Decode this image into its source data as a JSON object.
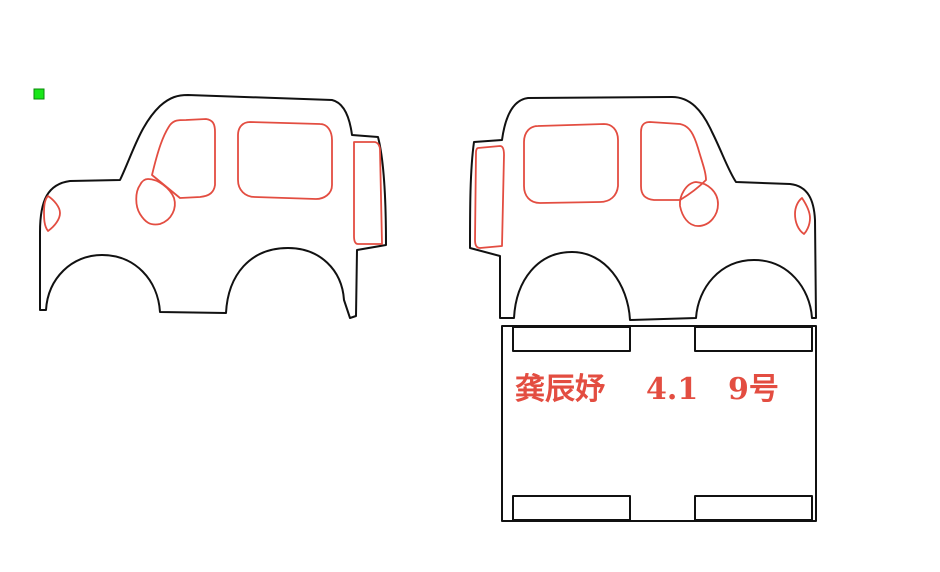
{
  "colors": {
    "background": "#ffffff",
    "outline": "#111111",
    "accent": "#e34d41",
    "marker": "#19e619"
  },
  "label": {
    "name": "龚辰妤",
    "number": "4.1",
    "seat": "9号"
  }
}
